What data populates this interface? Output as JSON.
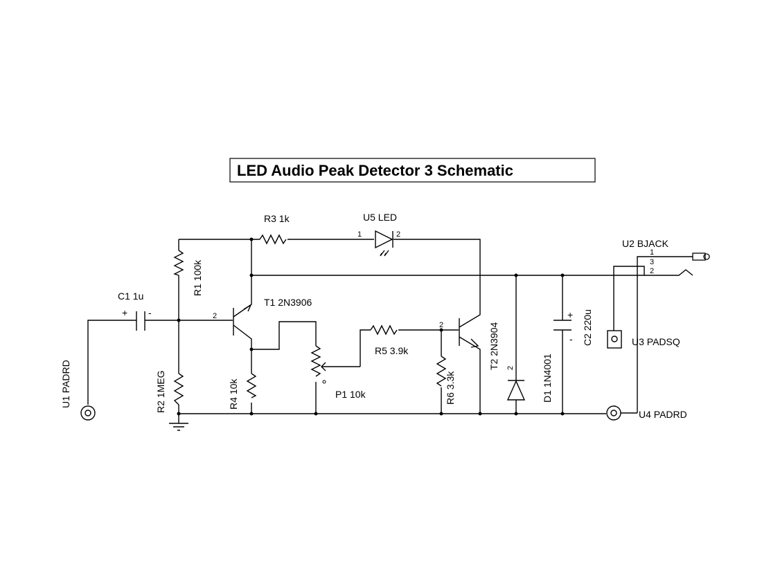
{
  "title": "LED Audio Peak Detector 3 Schematic",
  "components": {
    "r3": "R3 1k",
    "u5": "U5 LED",
    "r1": "R1 100k",
    "c1": "C1 1u",
    "t1": "T1 2N3906",
    "u2": "U2 BJACK",
    "r5": "R5 3.9k",
    "p1": "P1 10k",
    "u1": "U1 PADRD",
    "r2": "R2 1MEG",
    "r4": "R4 10k",
    "r6": "R6 3.3k",
    "t2": "T2 2N3904",
    "d1": "D1 1N4001",
    "c2": "C2 220u",
    "u3": "U3 PADSQ",
    "u4": "U4 PADRD"
  },
  "pins": {
    "led_1": "1",
    "led_2": "2",
    "t1_base": "2",
    "t2_base": "2",
    "jack_1": "1",
    "jack_3": "3",
    "jack_2": "2",
    "d1_2": "2",
    "c1_plus": "+",
    "c1_minus": "-",
    "c2_plus": "+",
    "c2_minus": "-"
  }
}
